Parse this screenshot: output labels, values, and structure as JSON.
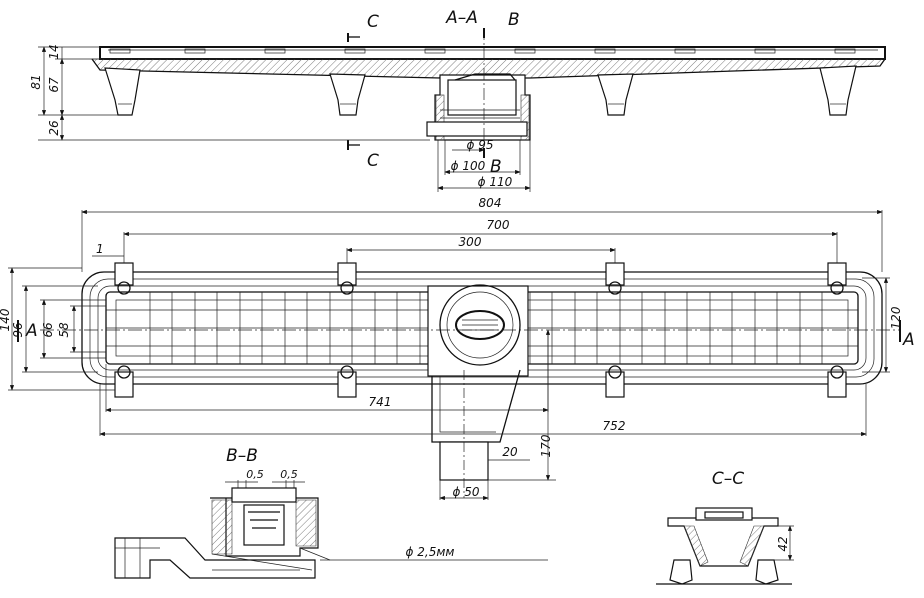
{
  "section_labels": {
    "aa": "A–A",
    "bb": "B–B",
    "cc": "C–C",
    "a_left": "A",
    "a_right": "A",
    "b_top": "B",
    "b_bottom": "B",
    "c_top": "C",
    "c_bottom": "C"
  },
  "section_view": {
    "h_14": "14",
    "h_67": "67",
    "h_81": "81",
    "h_26": "26",
    "d_95": "ɸ 95",
    "d_100": "ɸ 100",
    "d_110": "ɸ 110"
  },
  "plan_view": {
    "w_804": "804",
    "w_700": "700",
    "w_300": "300",
    "w_1": "1",
    "w_741": "741",
    "w_752": "752",
    "h_140": "140",
    "h_96": "96",
    "h_66": "66",
    "h_58": "58",
    "h_120": "120",
    "h_170": "170",
    "w_20": "20",
    "d_50": "ɸ 50"
  },
  "section_b": {
    "t1": "0,5",
    "t2": "0,5",
    "d_wire": "ɸ 2,5мм"
  },
  "section_c": {
    "h_42": "42"
  }
}
